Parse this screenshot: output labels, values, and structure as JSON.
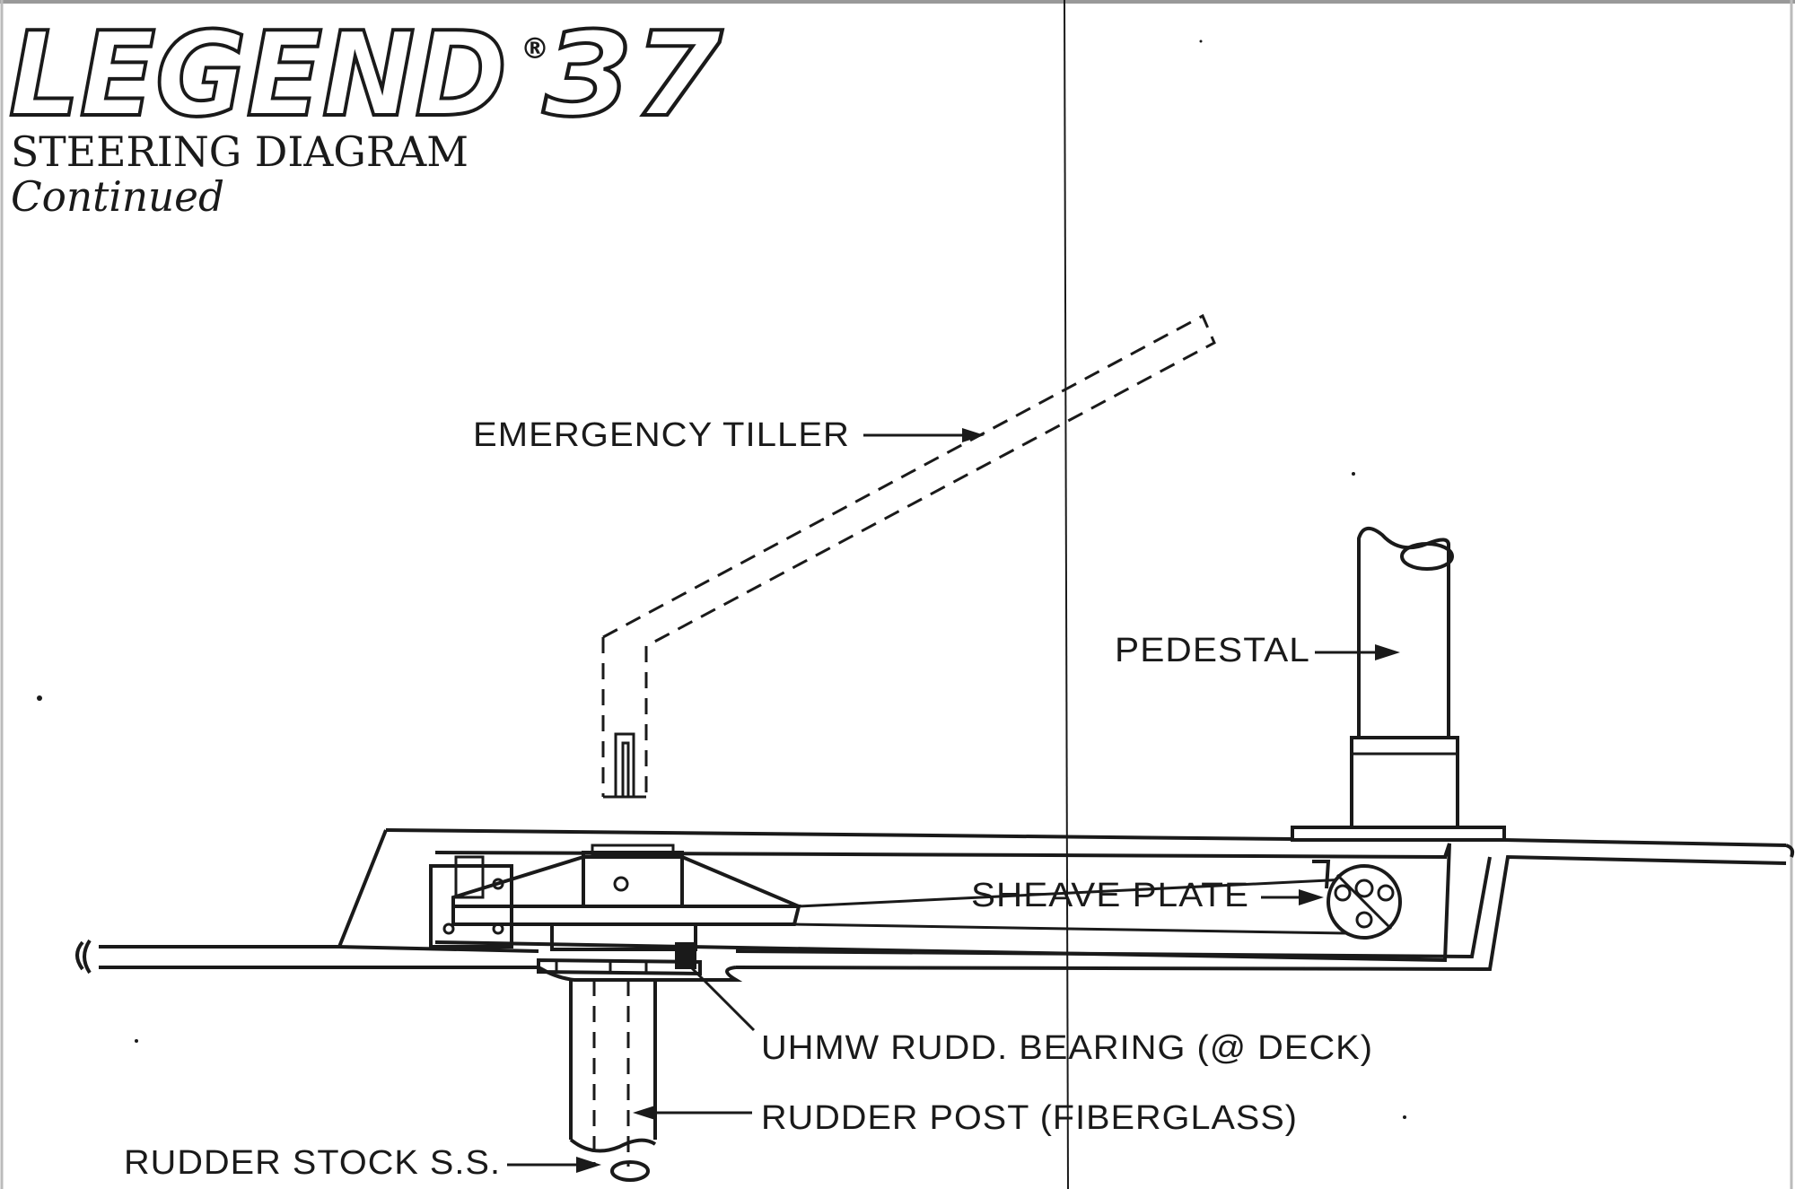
{
  "header": {
    "logo_text": "LEGEND",
    "logo_number": "37",
    "logo_mark": "®",
    "title": "STEERING DIAGRAM",
    "subtitle": "Continued"
  },
  "labels": {
    "emergency_tiller": "EMERGENCY TILLER",
    "pedestal": "PEDESTAL",
    "sheave_plate": "SHEAVE PLATE",
    "rudder_bearing": "UHMW RUDD. BEARING (@ DECK)",
    "rudder_post": "RUDDER POST (FIBERGLASS)",
    "rudder_stock": "RUDDER STOCK S.S."
  },
  "colors": {
    "ink": "#1a1a1a",
    "paper": "#ffffff"
  }
}
